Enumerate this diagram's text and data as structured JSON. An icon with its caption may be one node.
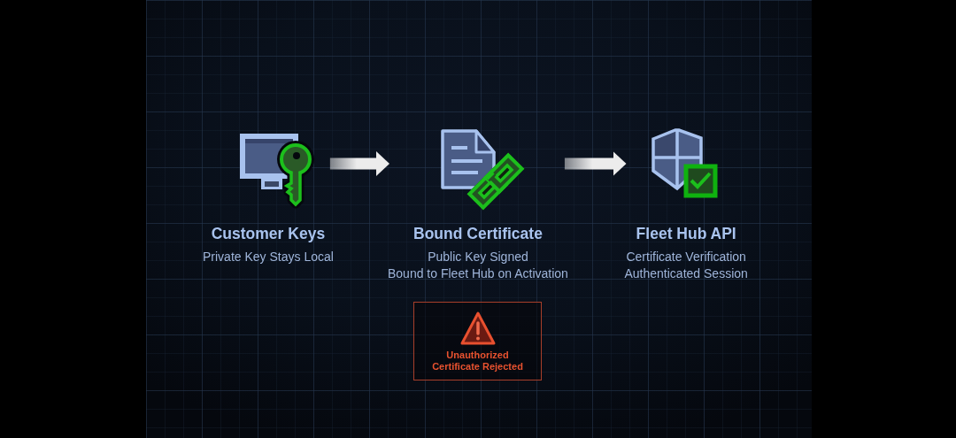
{
  "diagram": {
    "nodes": [
      {
        "text": [
          "Customer Keys",
          "Private Key Stays Local"
        ]
      },
      {
        "text": [
          "Bound Certificate",
          "Public Key Signed",
          "Bound to Fleet Hub on Activation"
        ]
      },
      {
        "text": [
          "Fleet Hub API",
          "Certificate Verification",
          "Authenticated Session"
        ]
      },
      {
        "text": [
          "Unauthorized Certificate Rejected"
        ]
      }
    ],
    "edges": [
      {
        "from": 0,
        "to": 1,
        "arrow": "to"
      },
      {
        "from": 1,
        "to": 2,
        "arrow": "to"
      }
    ]
  }
}
